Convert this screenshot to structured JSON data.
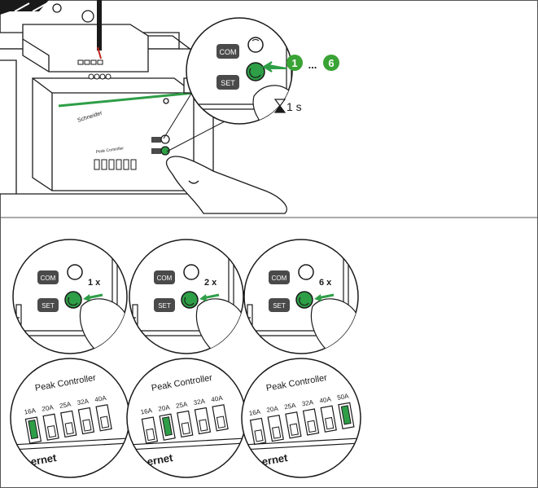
{
  "device": {
    "brand": "Schneider",
    "model_label": "Peak Controller",
    "com_label": "COM",
    "set_label": "SET",
    "ethernet_label": "Ethernet"
  },
  "top": {
    "step_start": "1",
    "ellipsis": "...",
    "step_end": "6",
    "hold_time": "1 s"
  },
  "press_steps": [
    {
      "count": "1 x"
    },
    {
      "count": "2 x"
    },
    {
      "count": "6 x"
    }
  ],
  "controller_panels": [
    {
      "title": "Peak Controller",
      "ratings": [
        "16A",
        "20A",
        "25A",
        "32A",
        "40A"
      ],
      "selected": "16A"
    },
    {
      "title": "Peak Controller",
      "ratings": [
        "16A",
        "20A",
        "25A",
        "32A",
        "40A"
      ],
      "selected": "20A"
    },
    {
      "title": "Peak Controller",
      "ratings": [
        "16A",
        "20A",
        "25A",
        "32A",
        "40A",
        "50A"
      ],
      "selected": "50A"
    }
  ],
  "colors": {
    "accent_green": "#2e9e47",
    "step_green": "#3aa335",
    "outline": "#1a1a1a",
    "button_grey": "#4a4a4a"
  }
}
